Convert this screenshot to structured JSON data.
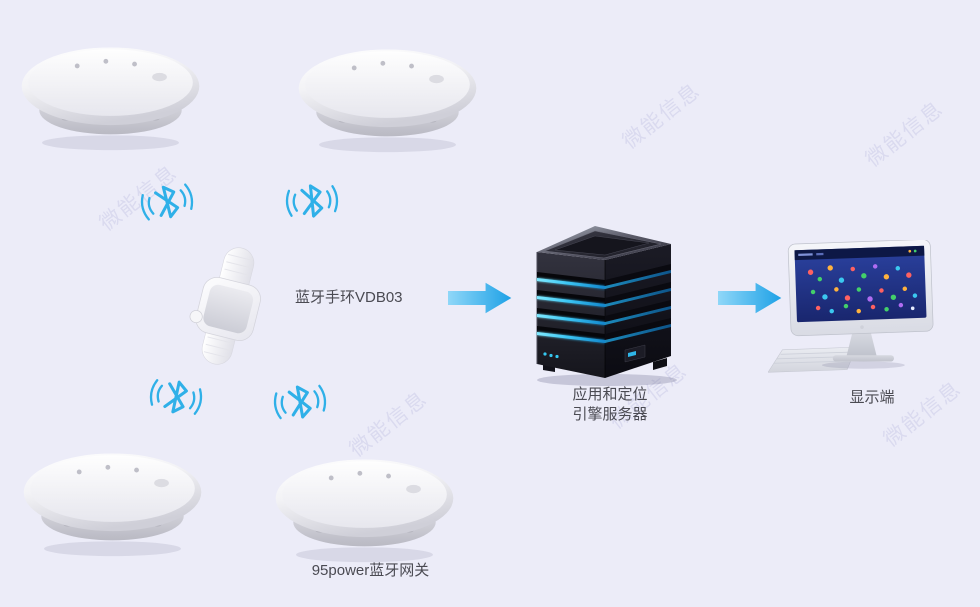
{
  "watermark": {
    "text": "微能信息"
  },
  "labels": {
    "bracelet": "蓝牙手环VDB03",
    "server_line1": "应用和定位",
    "server_line2": "引擎服务器",
    "display": "显示端",
    "gateways": "95power蓝牙网关"
  },
  "icons": {
    "bluetooth": "bluetooth-signal-icon",
    "arrow": "flow-arrow-right-icon",
    "gateway": "bluetooth-gateway-device",
    "bracelet": "smartwatch-bracelet",
    "server": "server-tower",
    "display": "desktop-monitor"
  },
  "colors": {
    "background": "#ececf8",
    "bluetooth": "#2fb0e8",
    "arrow_gradient_start": "#8fd7f8",
    "arrow_gradient_end": "#1ea1e6",
    "server_led": "#45d2f8",
    "label_text": "#4a4a52",
    "watermark": "#d8d8ee"
  }
}
